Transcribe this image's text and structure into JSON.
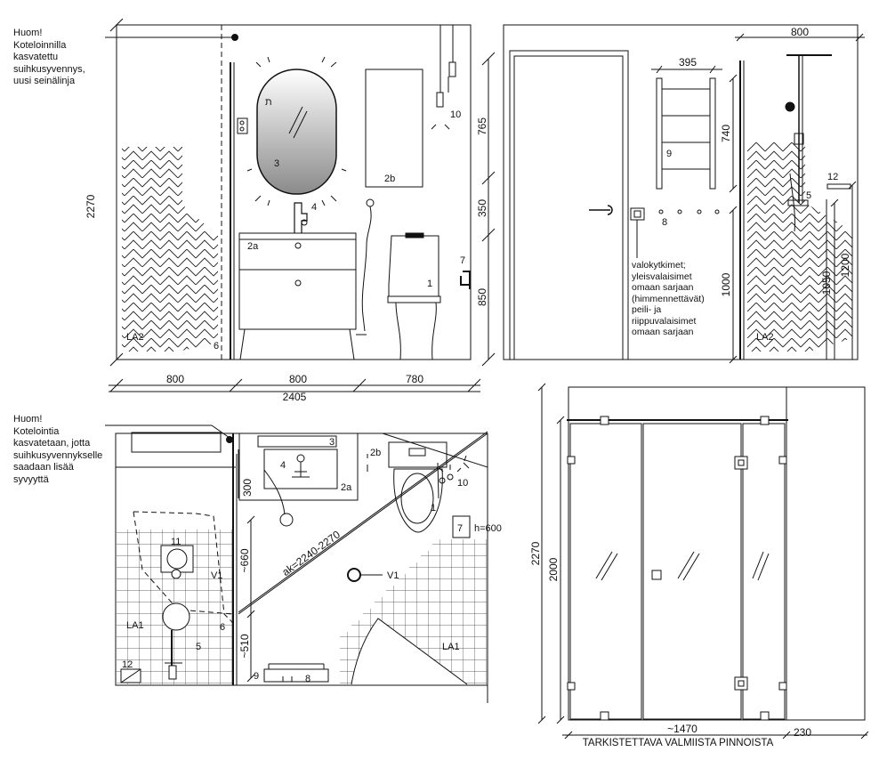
{
  "notes": {
    "top_left": [
      "Huom!",
      "Koteloinnilla",
      "kasvatettu",
      "suihkusyvennys,",
      "uusi seinälinja"
    ],
    "bottom_left": [
      "Huom!",
      "Kotelointia",
      "kasvatetaan, jotta",
      "suihkusyvennykselle",
      "saadaan lisää",
      "syvyyttä"
    ],
    "switches": [
      "valokytkimet;",
      "yleisvalaisimet",
      "omaan sarjaan",
      "(himmennettävät)",
      "peili- ja",
      "riippuvalaisimet",
      "omaan sarjaan"
    ]
  },
  "elev1": {
    "height": "2270",
    "dims_right": [
      "765",
      "350",
      "850"
    ],
    "dims_bottom": [
      "800",
      "800",
      "780"
    ],
    "total_width": "2405",
    "labels": {
      "mirror": "3",
      "cabinet": "2a",
      "faucet": "4",
      "panel": "2b",
      "pendant": "10",
      "toilet": "1",
      "hook": "7",
      "wall": "6",
      "tile": "LA2"
    }
  },
  "elev2": {
    "dims": {
      "towel_width": "395",
      "towel_height": "740",
      "top_width": "800",
      "left_height": "1000",
      "h1": "1050",
      "h2": "1200"
    },
    "labels": {
      "towel": "9",
      "outlets": "8",
      "shelf": "12",
      "shower": "5",
      "tile": "LA2"
    }
  },
  "plan": {
    "dims": {
      "top": "~660",
      "bottom": "~510",
      "left": "300",
      "diag": "ak=2240-2270",
      "hook_h": "h=600"
    },
    "labels": {
      "mirror": "3",
      "sink": "2a",
      "faucet": "4",
      "panel": "2b",
      "pendant": "10",
      "toilet": "1",
      "hook": "7",
      "drain1": "V1",
      "drain2": "V1",
      "tile_left": "LA1",
      "tile_right": "LA1",
      "item11": "11",
      "shower": "5",
      "wall": "6",
      "shelf": "12",
      "towel": "9",
      "outlets": "8"
    }
  },
  "glass": {
    "height": "2270",
    "door_height": "2000",
    "width": "~1470",
    "side": "230",
    "caption": "TARKISTETTAVA VALMIISTA PINNOISTA"
  }
}
